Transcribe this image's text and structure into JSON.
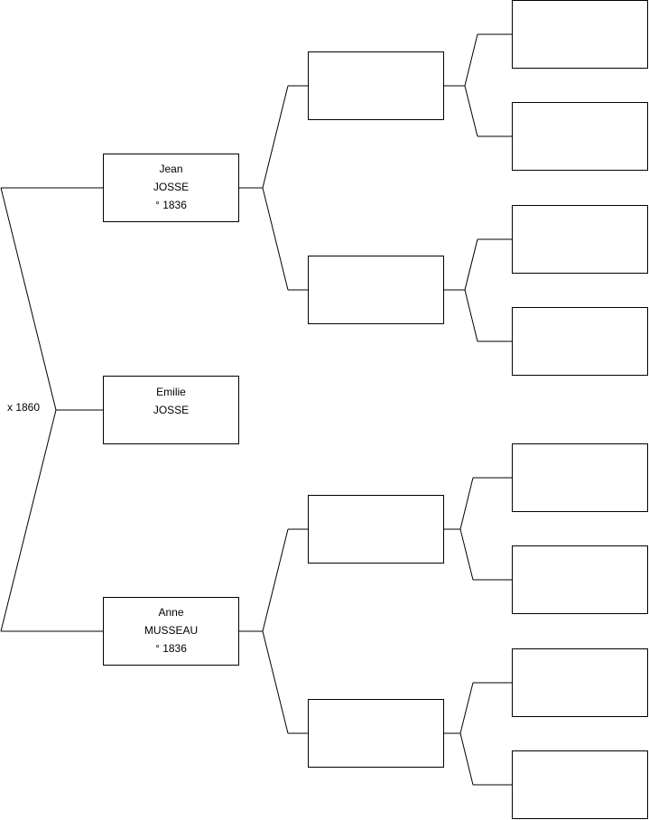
{
  "tree": {
    "child": {
      "first_name": "Emilie",
      "last_name": "JOSSE"
    },
    "marriage": "x 1860",
    "father": {
      "first_name": "Jean",
      "last_name": "JOSSE",
      "birth": "° 1836"
    },
    "mother": {
      "first_name": "Anne",
      "last_name": "MUSSEAU",
      "birth": "° 1836"
    },
    "grandparents": [
      {
        "label": ""
      },
      {
        "label": ""
      },
      {
        "label": ""
      },
      {
        "label": ""
      }
    ],
    "great_grandparents": [
      {
        "label": ""
      },
      {
        "label": ""
      },
      {
        "label": ""
      },
      {
        "label": ""
      },
      {
        "label": ""
      },
      {
        "label": ""
      },
      {
        "label": ""
      },
      {
        "label": ""
      }
    ]
  },
  "colors": {
    "line": "#000000",
    "box_border": "#000000",
    "background": "#ffffff"
  }
}
